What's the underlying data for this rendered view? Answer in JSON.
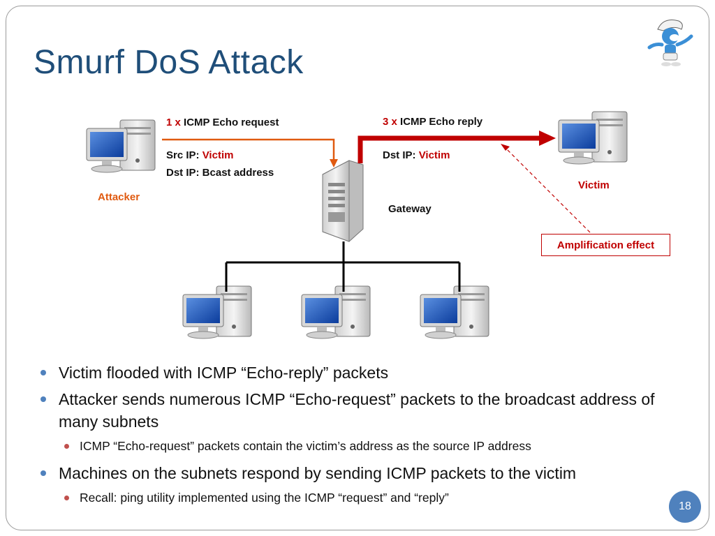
{
  "slide": {
    "title": "Smurf DoS Attack",
    "page_number": "18"
  },
  "diagram": {
    "request": {
      "count": "1 x",
      "label": "ICMP Echo request",
      "src_key": "Src IP:",
      "src_val": "Victim",
      "dst_line": "Dst IP: Bcast address"
    },
    "reply": {
      "count": "3 x",
      "label": "ICMP Echo reply",
      "dst_key": "Dst IP:",
      "dst_val": "Victim"
    },
    "attacker_label": "Attacker",
    "victim_label": "Victim",
    "gateway_label": "Gateway",
    "amplification_label": "Amplification effect"
  },
  "bullets": [
    {
      "text": "Victim flooded with ICMP “Echo-reply” packets"
    },
    {
      "text": "Attacker sends numerous ICMP “Echo-request” packets to the broadcast address of many subnets",
      "sub": "ICMP “Echo-request” packets contain the victim’s address as the source IP address"
    },
    {
      "text": "Machines on the subnets respond by sending ICMP packets to the victim",
      "sub": "Recall: ping utility implemented using the ICMP “request” and “reply”"
    }
  ],
  "colors": {
    "title": "#1f4e79",
    "accent_red": "#c00000",
    "attacker_orange": "#e05a10",
    "bullet_blue": "#4f81bd",
    "subbullet_red": "#c0504d"
  },
  "icons": [
    "smurf-mascot",
    "computer-icon",
    "server-icon"
  ]
}
